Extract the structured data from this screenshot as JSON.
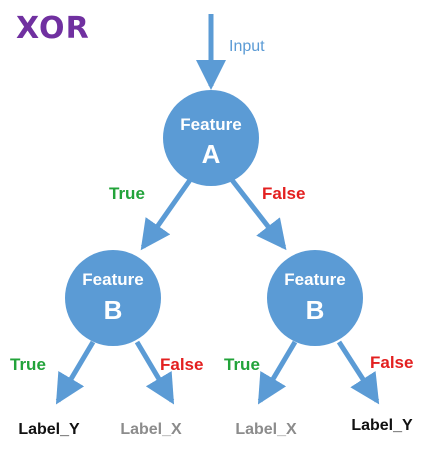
{
  "title": "XOR",
  "input_label": "Input",
  "nodes": {
    "root": {
      "line1": "Feature",
      "line2": "A"
    },
    "left": {
      "line1": "Feature",
      "line2": "B"
    },
    "right": {
      "line1": "Feature",
      "line2": "B"
    }
  },
  "edges": {
    "root_left": "True",
    "root_right": "False",
    "left_left": "True",
    "left_right": "False",
    "right_left": "True",
    "right_right": "False"
  },
  "leaves": {
    "l1": "Label_Y",
    "l2": "Label_X",
    "l3": "Label_X",
    "l4": "Label_Y"
  },
  "colors": {
    "title": "#7030a0",
    "node_fill": "#5b9bd5",
    "arrow": "#5b9bd5",
    "input_label": "#5b9bd5",
    "true_label": "#22a33a",
    "false_label": "#e32020",
    "leaf_dark": "#111111",
    "leaf_gray": "#8c8c8c"
  }
}
